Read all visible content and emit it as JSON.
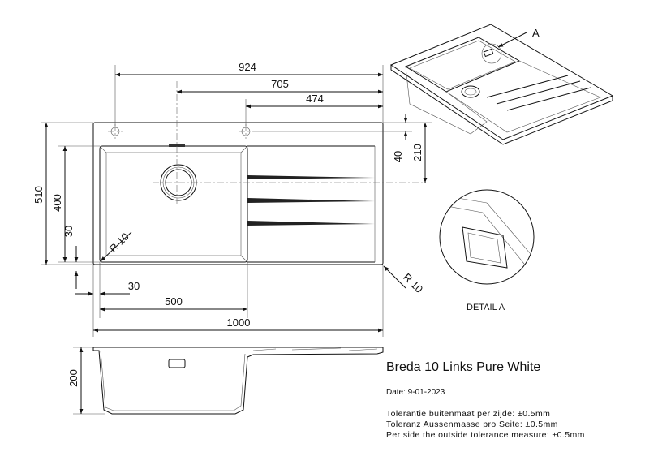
{
  "title": "Breda 10 Links Pure White",
  "date": "Date: 9-01-2023",
  "tolerances": [
    "Tolerantie buitenmaat per zijde: ±0.5mm",
    "Toleranz Aussenmasse pro Seite: ±0.5mm",
    "Per side the outside tolerance measure: ±0.5mm"
  ],
  "dimensions": {
    "d924": "924",
    "d705": "705",
    "d474": "474",
    "d40": "40",
    "d210": "210",
    "d510": "510",
    "d400": "400",
    "d30v": "30",
    "r10_inner": "R 10",
    "r10_outer": "R 10",
    "d30h": "30",
    "d500": "500",
    "d1000": "1000",
    "d200": "200"
  },
  "labels": {
    "detail_marker": "A",
    "detail_caption": "DETAIL A"
  }
}
